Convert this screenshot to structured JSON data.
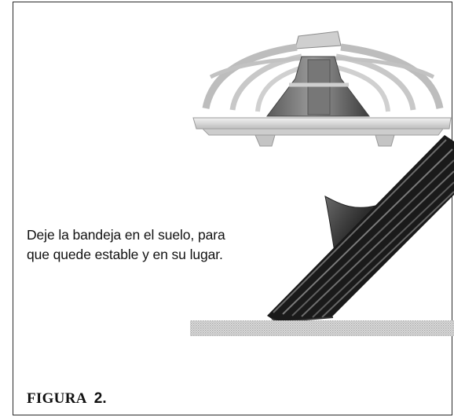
{
  "instruction": {
    "line1": "Deje la bandeja en el suelo, para",
    "line2": "que quede estable y en su lugar."
  },
  "caption": {
    "word": "FIGURA",
    "number": "2",
    "dot": "."
  },
  "colors": {
    "frame": "#2a2a2a",
    "tray_dark": "#1c1c1c",
    "pan_light": "#d9d9d9",
    "floor_pattern": "#b8b8b8"
  }
}
